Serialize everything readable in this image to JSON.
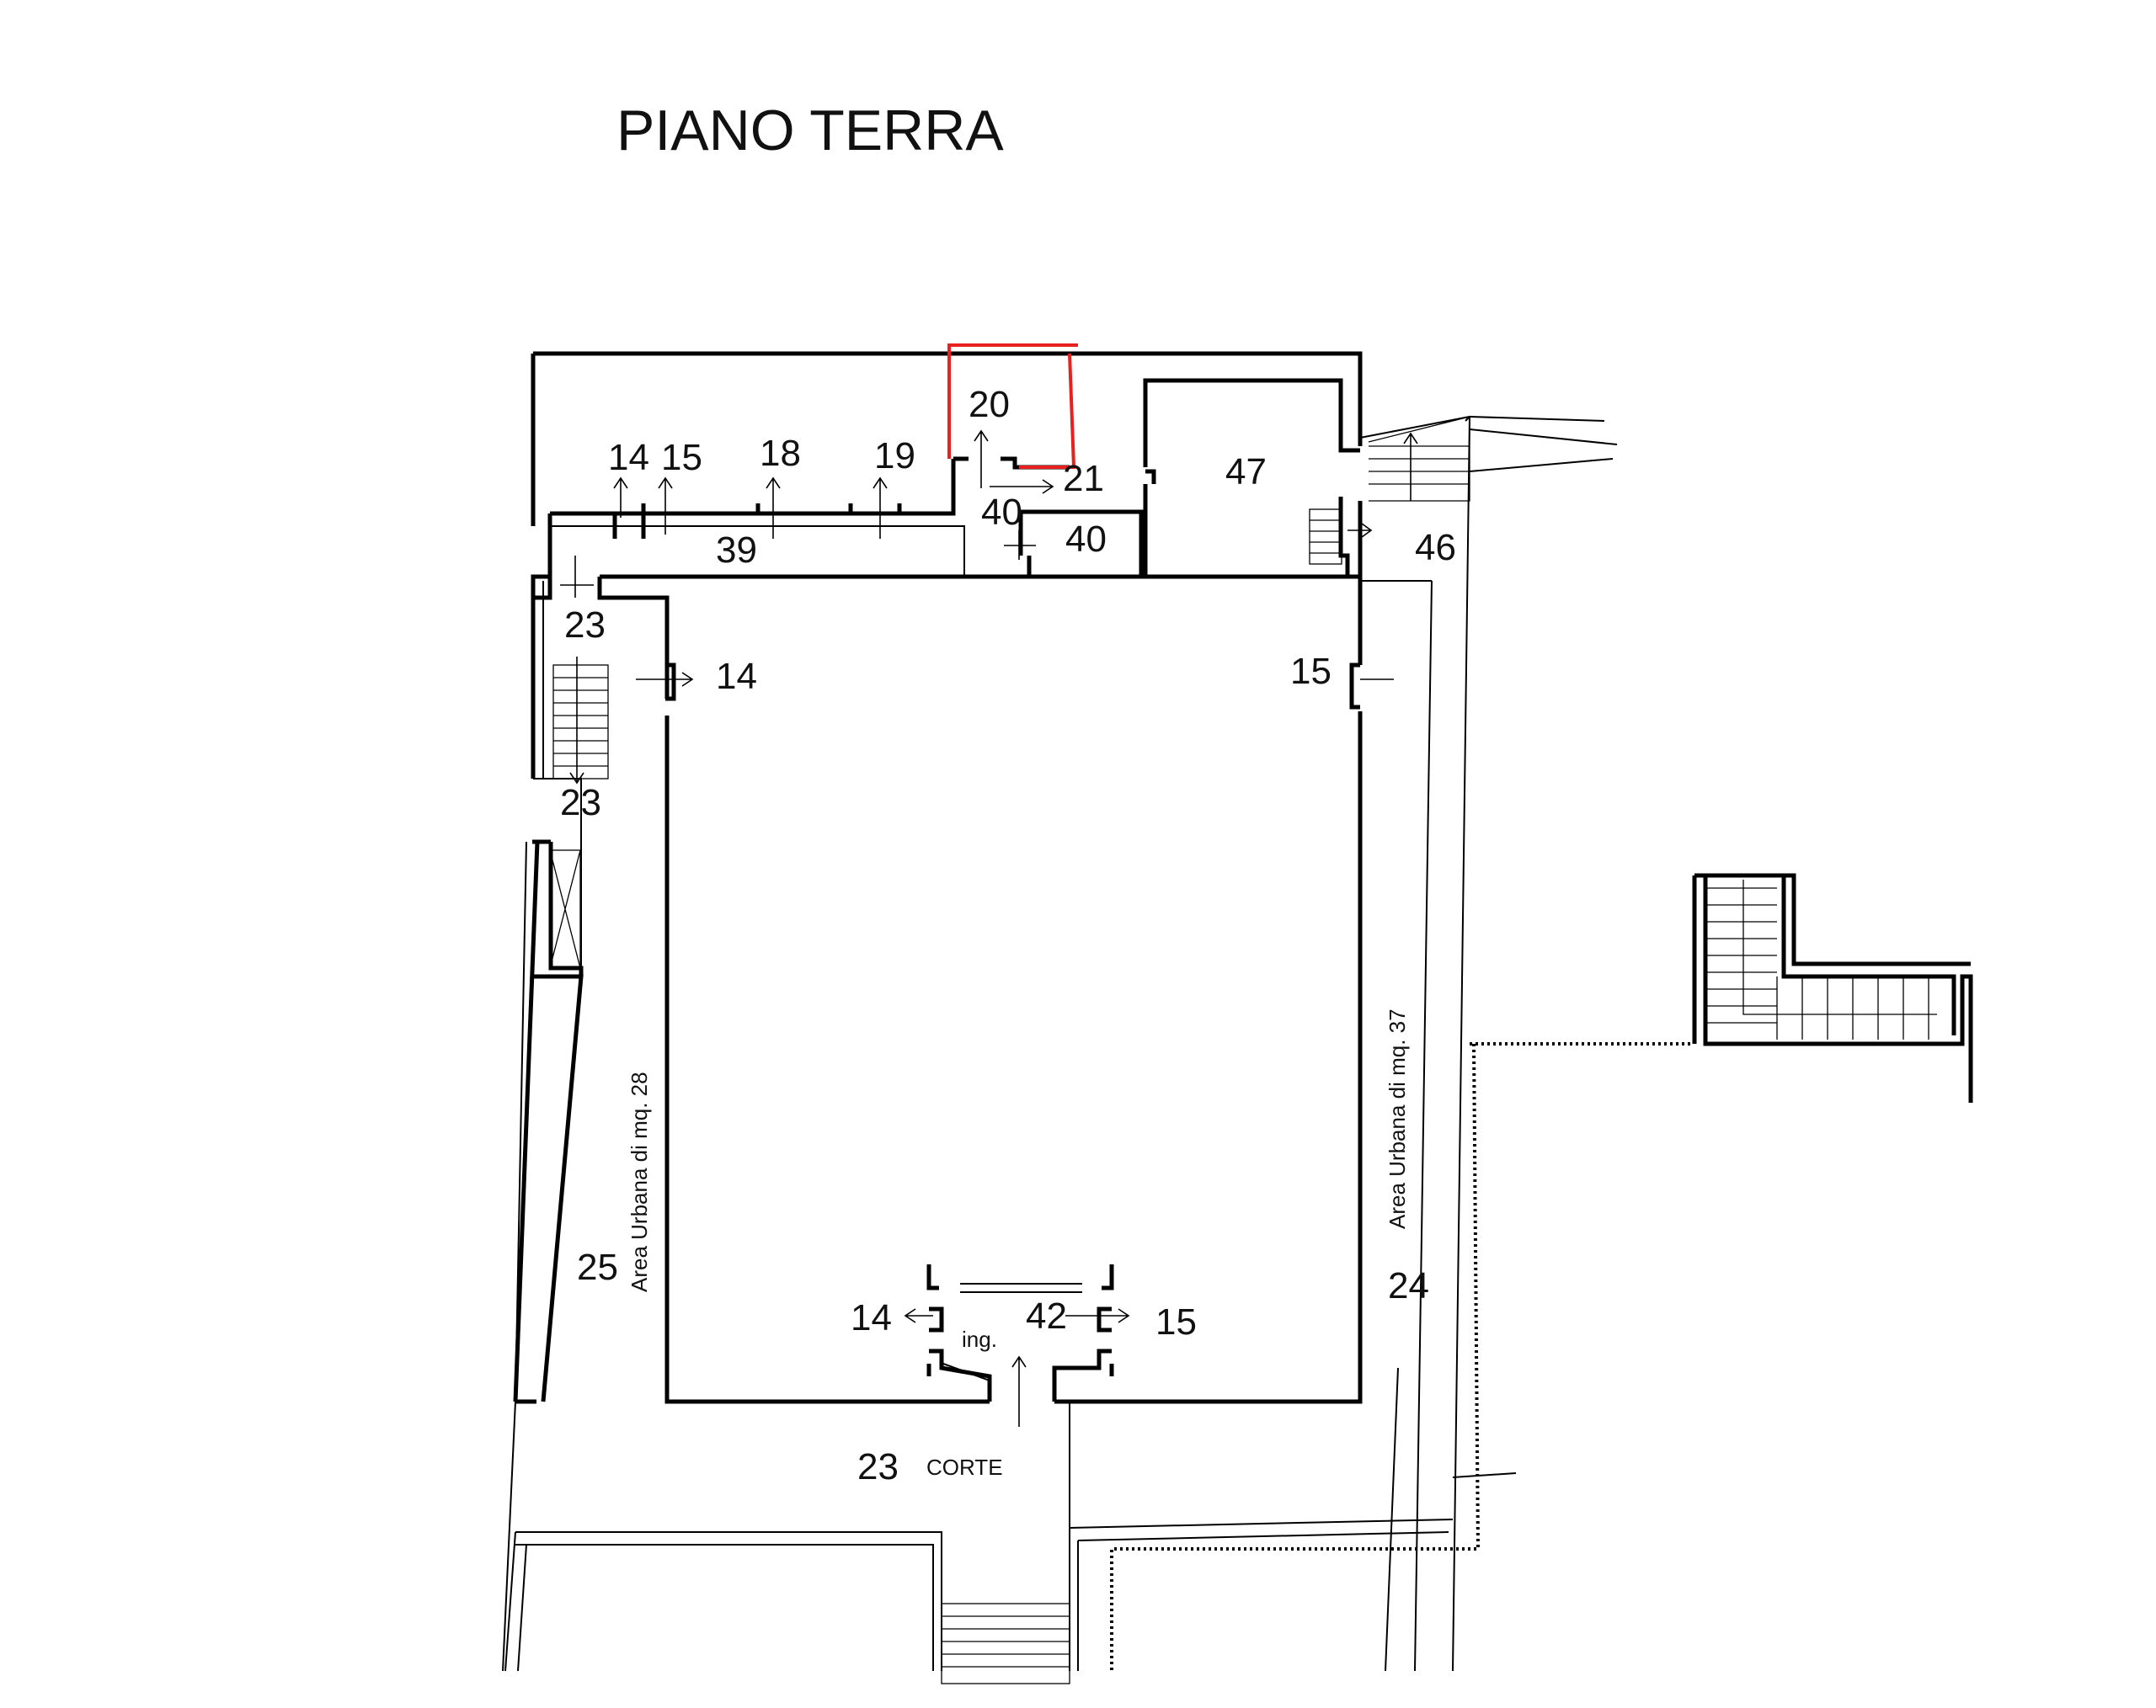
{
  "title": "PIANO TERRA",
  "highlight_color": "#e8211f",
  "labels": {
    "l20": "20",
    "l14a": "14",
    "l15a": "15",
    "l18": "18",
    "l19": "19",
    "l21": "21",
    "l40a": "40",
    "l40b": "40",
    "l39": "39",
    "l47": "47",
    "l46": "46",
    "l23a": "23",
    "l14b": "14",
    "l15b": "15",
    "l23b": "23",
    "l25": "25",
    "l24": "24",
    "l14c": "14",
    "l42": "42",
    "l15c": "15",
    "ing": "ing.",
    "l23c": "23",
    "corte": "CORTE",
    "area_left": "Area Urbana di mq. 28",
    "area_right": "Area Urbana di mq. 37"
  }
}
